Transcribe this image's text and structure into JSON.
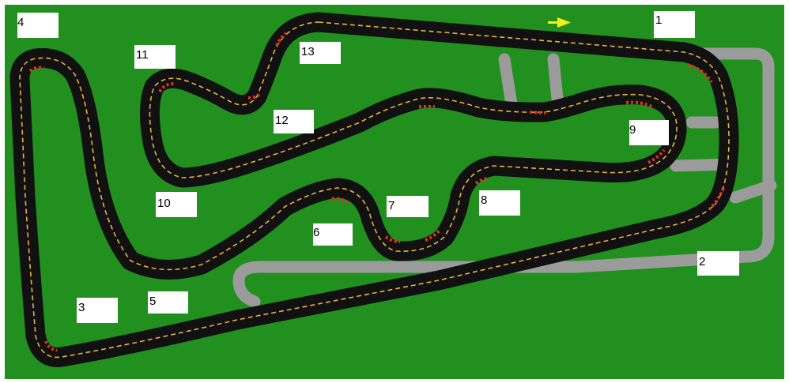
{
  "colors": {
    "grass": "#21901f",
    "asphalt": "#111111",
    "service_road": "#9b9b9b",
    "center_line": "#e8b04a",
    "kerb_red": "#e03020",
    "kerb_white": "#ffffff",
    "arrow": "#f2ee1a",
    "label_bg": "#ffffff",
    "label_text": "#000000"
  },
  "direction_arrow": {
    "icon": "right-arrow-icon"
  },
  "corners": [
    {
      "id": "turn-1",
      "label": "1"
    },
    {
      "id": "turn-2",
      "label": "2"
    },
    {
      "id": "turn-3",
      "label": "3"
    },
    {
      "id": "turn-4",
      "label": "4"
    },
    {
      "id": "turn-5",
      "label": "5"
    },
    {
      "id": "turn-6",
      "label": "6"
    },
    {
      "id": "turn-7",
      "label": "7"
    },
    {
      "id": "turn-8",
      "label": "8"
    },
    {
      "id": "turn-9",
      "label": "9"
    },
    {
      "id": "turn-10",
      "label": "10"
    },
    {
      "id": "turn-11",
      "label": "11"
    },
    {
      "id": "turn-12",
      "label": "12"
    },
    {
      "id": "turn-13",
      "label": "13"
    }
  ]
}
